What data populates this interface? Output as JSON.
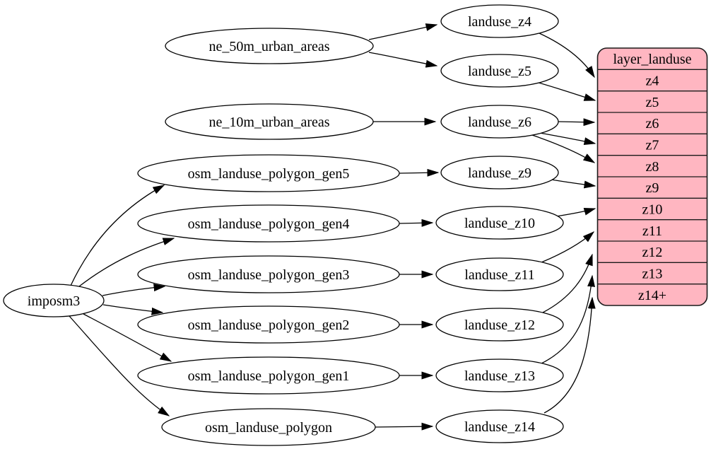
{
  "diagram": {
    "kind": "graphviz-dependency-graph",
    "colors": {
      "background": "#ffffff",
      "node_fill": "#ffffff",
      "stroke": "#000000",
      "table_fill": "#ffb6c1"
    }
  },
  "nodes": {
    "imposm3": "imposm3",
    "ne_50m_urban_areas": "ne_50m_urban_areas",
    "ne_10m_urban_areas": "ne_10m_urban_areas",
    "osm_landuse_polygon_gen5": "osm_landuse_polygon_gen5",
    "osm_landuse_polygon_gen4": "osm_landuse_polygon_gen4",
    "osm_landuse_polygon_gen3": "osm_landuse_polygon_gen3",
    "osm_landuse_polygon_gen2": "osm_landuse_polygon_gen2",
    "osm_landuse_polygon_gen1": "osm_landuse_polygon_gen1",
    "osm_landuse_polygon": "osm_landuse_polygon",
    "landuse_z4": "landuse_z4",
    "landuse_z5": "landuse_z5",
    "landuse_z6": "landuse_z6",
    "landuse_z9": "landuse_z9",
    "landuse_z10": "landuse_z10",
    "landuse_z11": "landuse_z11",
    "landuse_z12": "landuse_z12",
    "landuse_z13": "landuse_z13",
    "landuse_z14": "landuse_z14"
  },
  "table": {
    "title": "layer_landuse",
    "rows": [
      "z4",
      "z5",
      "z6",
      "z7",
      "z8",
      "z9",
      "z10",
      "z11",
      "z12",
      "z13",
      "z14+"
    ]
  },
  "edges": [
    {
      "from": "imposm3",
      "to": "osm_landuse_polygon_gen5"
    },
    {
      "from": "imposm3",
      "to": "osm_landuse_polygon_gen4"
    },
    {
      "from": "imposm3",
      "to": "osm_landuse_polygon_gen3"
    },
    {
      "from": "imposm3",
      "to": "osm_landuse_polygon_gen2"
    },
    {
      "from": "imposm3",
      "to": "osm_landuse_polygon_gen1"
    },
    {
      "from": "imposm3",
      "to": "osm_landuse_polygon"
    },
    {
      "from": "ne_50m_urban_areas",
      "to": "landuse_z4"
    },
    {
      "from": "ne_50m_urban_areas",
      "to": "landuse_z5"
    },
    {
      "from": "ne_10m_urban_areas",
      "to": "landuse_z6"
    },
    {
      "from": "osm_landuse_polygon_gen5",
      "to": "landuse_z9"
    },
    {
      "from": "osm_landuse_polygon_gen4",
      "to": "landuse_z10"
    },
    {
      "from": "osm_landuse_polygon_gen3",
      "to": "landuse_z11"
    },
    {
      "from": "osm_landuse_polygon_gen2",
      "to": "landuse_z12"
    },
    {
      "from": "osm_landuse_polygon_gen1",
      "to": "landuse_z13"
    },
    {
      "from": "osm_landuse_polygon",
      "to": "landuse_z14"
    },
    {
      "from": "landuse_z4",
      "to": "layer_landuse:z4"
    },
    {
      "from": "landuse_z5",
      "to": "layer_landuse:z5"
    },
    {
      "from": "landuse_z6",
      "to": "layer_landuse:z6"
    },
    {
      "from": "landuse_z6",
      "to": "layer_landuse:z7"
    },
    {
      "from": "landuse_z6",
      "to": "layer_landuse:z8"
    },
    {
      "from": "landuse_z9",
      "to": "layer_landuse:z9"
    },
    {
      "from": "landuse_z10",
      "to": "layer_landuse:z10"
    },
    {
      "from": "landuse_z11",
      "to": "layer_landuse:z11"
    },
    {
      "from": "landuse_z12",
      "to": "layer_landuse:z12"
    },
    {
      "from": "landuse_z13",
      "to": "layer_landuse:z13"
    },
    {
      "from": "landuse_z14",
      "to": "layer_landuse:z14+"
    }
  ]
}
